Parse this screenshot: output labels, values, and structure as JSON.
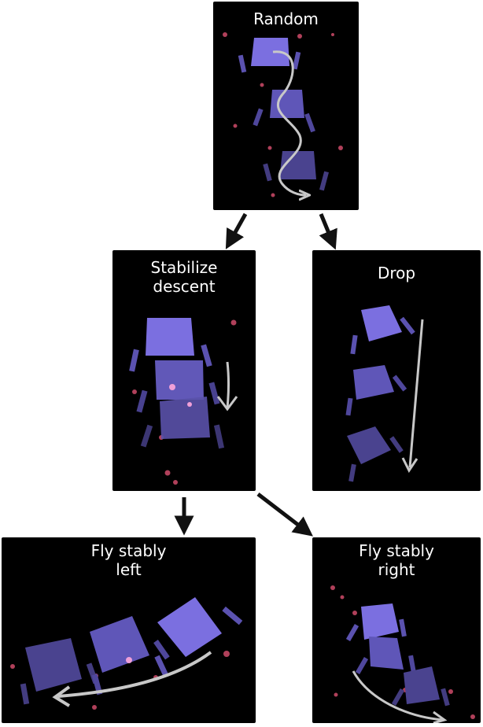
{
  "colors": {
    "panel_bg": "#000000",
    "body_light": "#7b6fe0",
    "body_mid": "#5f56b8",
    "body_dark": "#4a438f",
    "leg": "#5b52b0",
    "particle": "#b0405a",
    "path_arrow": "#c8c8c8",
    "flow_arrow": "#111111"
  },
  "panels": {
    "random": {
      "label": "Random"
    },
    "stabilize": {
      "label": "Stabilize\ndescent"
    },
    "drop": {
      "label": "Drop"
    },
    "left": {
      "label": "Fly stably\nleft"
    },
    "right": {
      "label": "Fly stably\nright"
    }
  },
  "flow_arrows": [
    {
      "from": "random",
      "to": "stabilize"
    },
    {
      "from": "random",
      "to": "drop"
    },
    {
      "from": "stabilize",
      "to": "left"
    },
    {
      "from": "stabilize",
      "to": "right"
    }
  ]
}
